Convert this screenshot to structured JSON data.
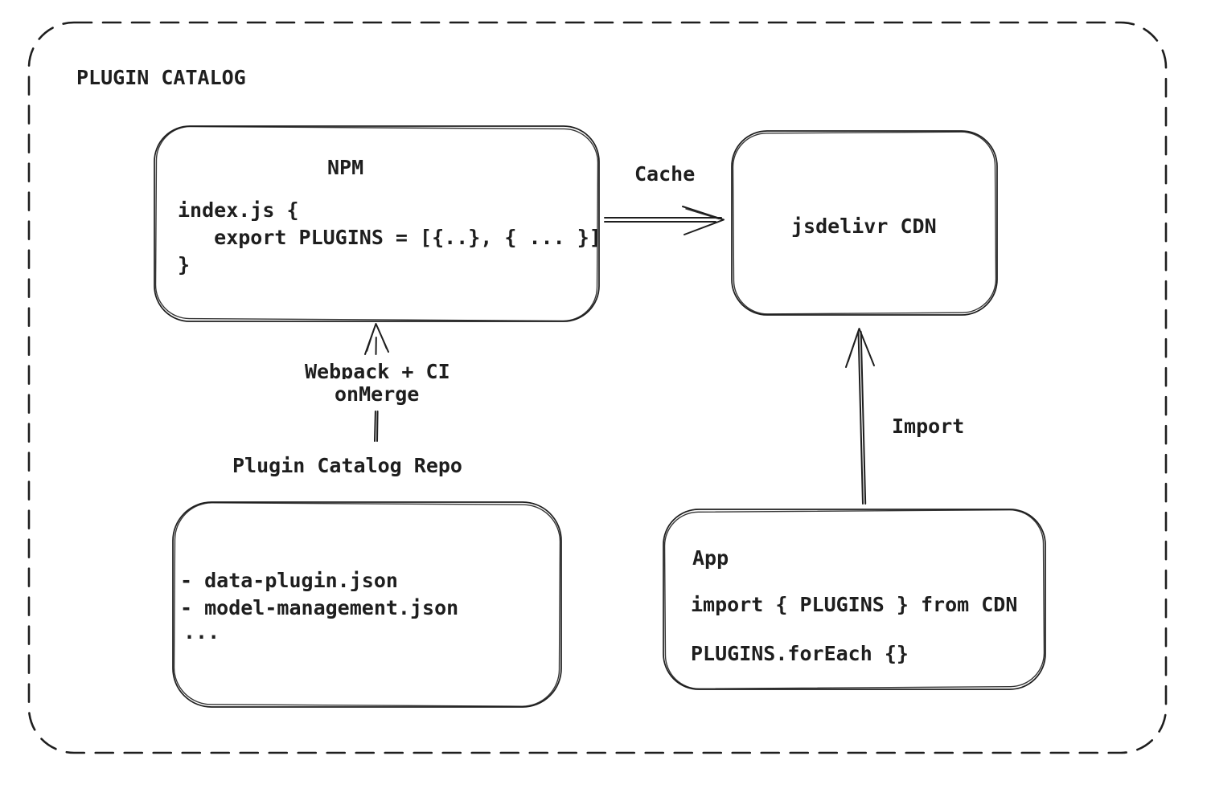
{
  "title": "PLUGIN CATALOG",
  "colors": {
    "stroke": "#1e1e1e",
    "background": "#ffffff"
  },
  "nodes": {
    "npm": {
      "title": "NPM",
      "code": [
        "index.js {",
        "   export PLUGINS = [{..}, { ... }]",
        "}"
      ]
    },
    "cdn": {
      "title": "jsdelivr CDN"
    },
    "repo": {
      "label": "Plugin Catalog Repo",
      "files": [
        "- data-plugin.json",
        "- model-management.json",
        "..."
      ]
    },
    "app": {
      "title": "App",
      "code": [
        "import { PLUGINS } from CDN",
        "PLUGINS.forEach {}"
      ]
    }
  },
  "edges": {
    "cache": {
      "label": "Cache"
    },
    "build": {
      "label_line1": "Webpack + CI",
      "label_line2": "onMerge"
    },
    "import": {
      "label": "Import"
    }
  }
}
